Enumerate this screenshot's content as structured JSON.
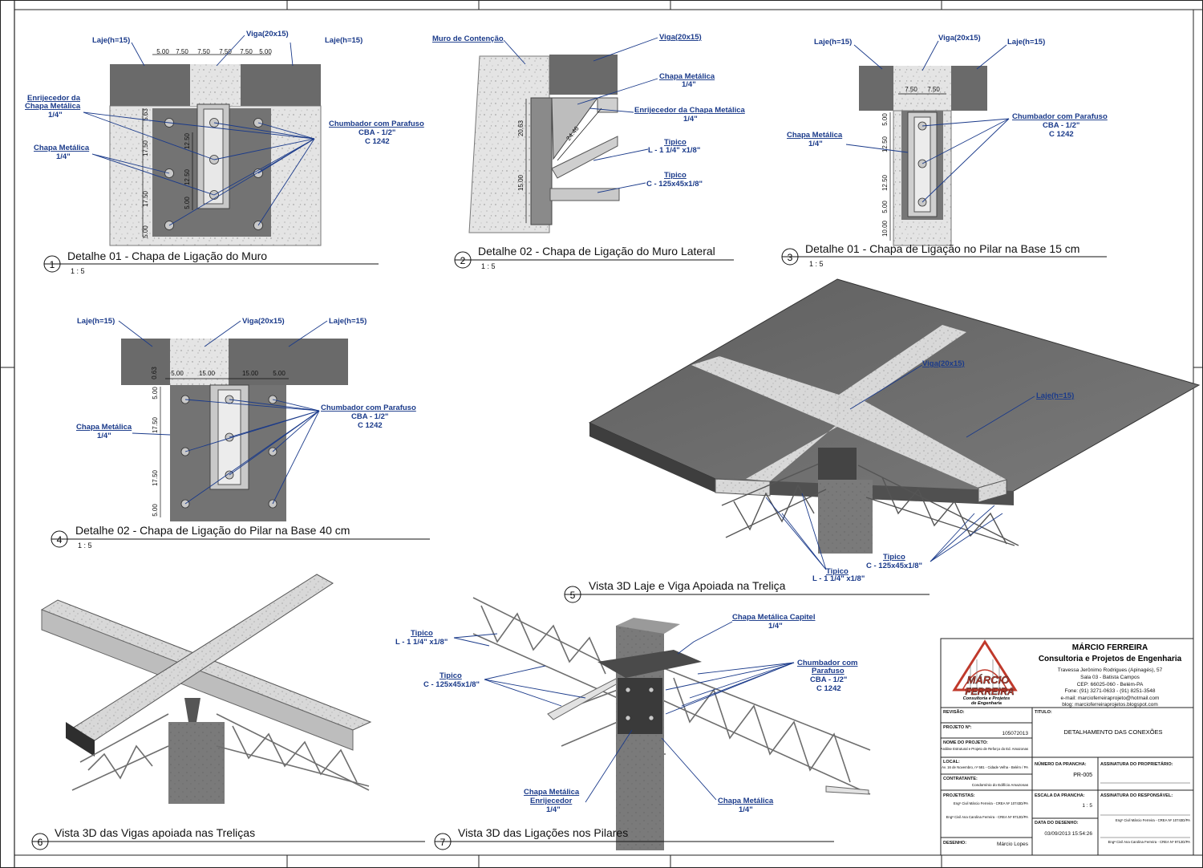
{
  "titles": {
    "d1": {
      "num": "1",
      "title": "Detalhe 01 - Chapa de Ligação do Muro",
      "scale": "1 : 5"
    },
    "d2": {
      "num": "2",
      "title": "Detalhe 02 -  Chapa de Ligação do Muro Lateral",
      "scale": "1 : 5"
    },
    "d3": {
      "num": "3",
      "title": "Detalhe 01 - Chapa de Ligação no Pilar na Base 15 cm",
      "scale": "1 : 5"
    },
    "d4": {
      "num": "4",
      "title": "Detalhe 02 - Chapa de Ligação do Pilar na Base 40 cm",
      "scale": "1 : 5"
    },
    "d5": {
      "num": "5",
      "title": "Vista 3D Laje e  Viga Apoiada na Treliça"
    },
    "d6": {
      "num": "6",
      "title": "Vista 3D das Vigas apoiada nas Treliças"
    },
    "d7": {
      "num": "7",
      "title": "Vista 3D das Ligações nos Pilares"
    }
  },
  "labels": {
    "laje": "Laje(h=15)",
    "viga": "Viga(20x15)",
    "muro": "Muro de Contenção",
    "enrij_1": "Enrijecedor da",
    "enrij_2": "Chapa Metálica",
    "enrij_one": "Enrijecedor da Chapa Metálica",
    "chapa": "Chapa Metálica",
    "quarter": "1/4\"",
    "chumbador": "Chumbador com Parafuso",
    "chumbador_a": "Chumbador com",
    "chumbador_b": "Parafuso",
    "cba": "CBA - 1/2\"",
    "c1242": "C 1242",
    "tipico": "Tipico",
    "l_profile": "L - 1 1/4\" x1/8\"",
    "c_profile": "C - 125x45x1/8\"",
    "capitel": "Chapa Metálica Capitel",
    "enrij_short": "Enrijecedor"
  },
  "dims": {
    "d1_top": [
      "5.00",
      "7.50",
      "7.50",
      "7.50",
      "7.50",
      "5.00"
    ],
    "d1_left": [
      "5.63",
      "17.50",
      "17.50",
      "5.00"
    ],
    "d1_inner": [
      "12.50",
      "12.50",
      "5.00"
    ],
    "d2": [
      "20.63",
      "15.00",
      "24.46"
    ],
    "d3_top": [
      "7.50",
      "7.50"
    ],
    "d3_left": [
      "5.00",
      "12.50",
      "12.50",
      "5.00",
      "10.00"
    ],
    "d4_top": [
      "5.00",
      "15.00",
      "15.00",
      "5.00"
    ],
    "d4_left": [
      "0.63",
      "5.00",
      "17.50",
      "17.50",
      "5.00"
    ]
  },
  "titleblock": {
    "company": "MÁRCIO FERREIRA",
    "subtitle": "Consultoria e Projetos de Engenharia",
    "addr1": "Travessa Jerônimo Rodrigues (Apinagés), 57",
    "addr2": "Sala 03 - Batista Campos",
    "addr3": "CEP: 66025-060 - Belém-PA",
    "phone": "Fone: (91) 3271-0633 - (91) 8251-3548",
    "email": "e-mail: marcioferreiraprojeto@hotmail.com",
    "blog": "blog: marcioferreiraprojetos.blogspot.com",
    "logo_line1": "MÁRCIO",
    "logo_line2": "FERREIRA",
    "logo_line3": "Consultoria e Projetos",
    "logo_line4": "de Engenharia",
    "revisao_label": "REVISÃO:",
    "titulo_label": "TITULO:",
    "titulo_value": "DETALHAMENTO DAS CONEXÕES",
    "projeto_label": "PROJETO Nº:",
    "projeto_value": "105072013",
    "nome_label": "NOME DO PROJETO:",
    "nome_value": "Análise Estrutural e Projeto de Reforço do Ed. Amazonas",
    "local_label": "LOCAL:",
    "local_value": "Av. 16 de Novembro, nº 581 - Cidade Velha - Belém / PA",
    "numero_label": "NÚMERO DA PRANCHA:",
    "numero_value": "PR-005",
    "assin_prop": "ASSINATURA DO PROPRIETÁRIO:",
    "contratante_label": "CONTRATANTE:",
    "contratante_value": "Condomínio do Edifício Amazonas",
    "projetistas_label": "PROJETISTAS:",
    "proj1": "Engº Civil Márcio Ferreira - CREA Nº 10743D/PA",
    "proj2": "Engª Civil Ana Carolina Ferreira - CREA Nº 9712D/PA",
    "escala_label": "ESCALA DA PRANCHA:",
    "escala_value": "1 : 5",
    "assin_resp": "ASSINATURA DO RESPONSÁVEL:",
    "resp1": "Engº Civil Márcio Ferreira - CREA Nº 10743D/PA",
    "resp2": "Engª Civil Ana Carolina Ferreira - CREA Nº 9712D/PA",
    "data_label": "DATA DO DESENHO:",
    "data_value": "03/09/2013 15:54:26",
    "desenho_label": "DESENHO:",
    "desenho_value": "Márcio Lopes"
  }
}
